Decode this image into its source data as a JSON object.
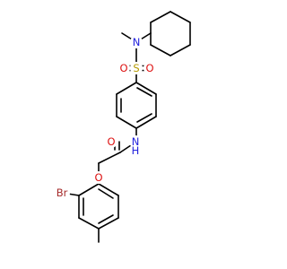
{
  "molecule": {
    "atoms": {
      "n_sulfonamide": {
        "symbol": "N",
        "color": "#2222dd"
      },
      "s": {
        "symbol": "S",
        "color": "#b59b00"
      },
      "o_s_left": {
        "symbol": "O",
        "color": "#dd1111"
      },
      "o_s_right": {
        "symbol": "O",
        "color": "#dd1111"
      },
      "n_amide": {
        "symbol": "N",
        "h": "H",
        "color": "#2222dd"
      },
      "o_carbonyl": {
        "symbol": "O",
        "color": "#dd1111"
      },
      "o_ether": {
        "symbol": "O",
        "color": "#dd1111"
      },
      "br": {
        "symbol": "Br",
        "color": "#a52a2a"
      }
    }
  }
}
